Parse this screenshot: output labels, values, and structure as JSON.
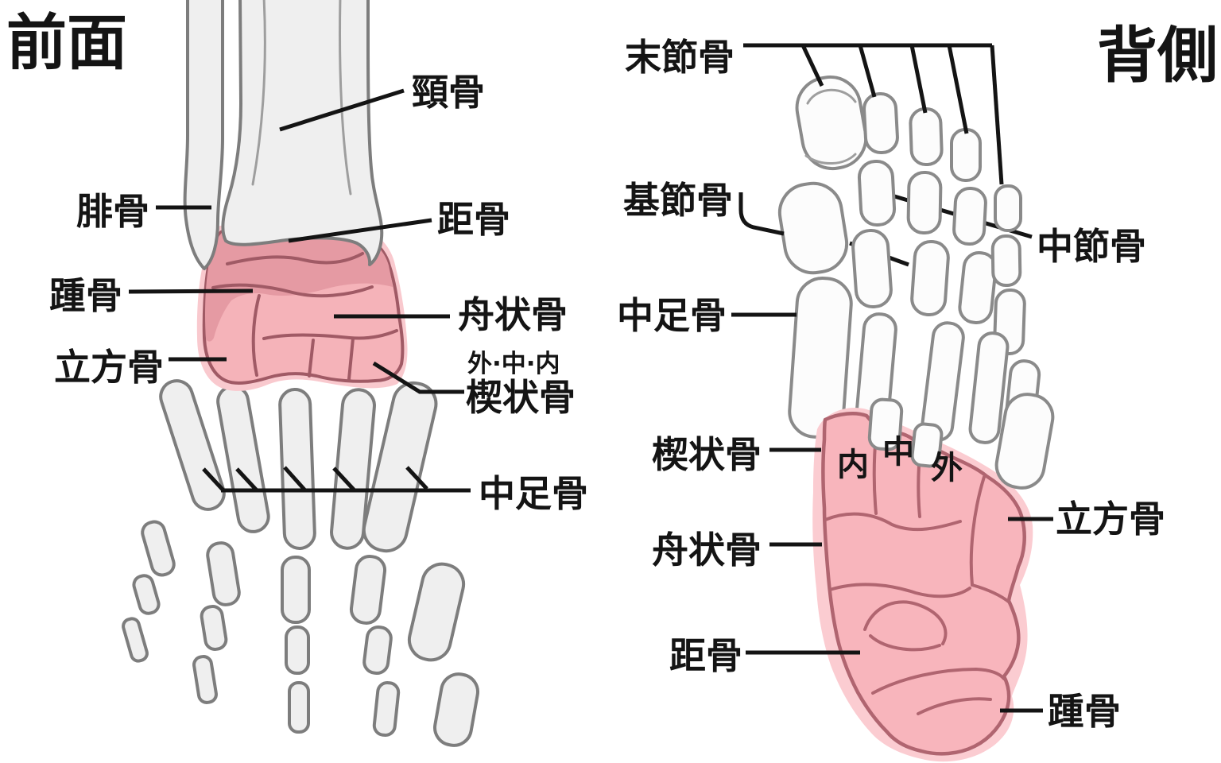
{
  "figure": {
    "left_panel": {
      "title": "前面",
      "labels": {
        "tibia": "頸骨",
        "fibula": "腓骨",
        "talus": "距骨",
        "calcaneus": "踵骨",
        "navicular": "舟状骨",
        "cuboid": "立方骨",
        "cuneiform_prefix": "外·中·内",
        "cuneiform": "楔状骨",
        "metatarsal": "中足骨"
      }
    },
    "right_panel": {
      "title": "背側",
      "labels": {
        "distal_phalanx": "末節骨",
        "proximal_phalanx": "基節骨",
        "middle_phalanx": "中節骨",
        "metatarsal": "中足骨",
        "cuneiform": "楔状骨",
        "cuneiform_medial": "内",
        "cuneiform_intermediate": "中",
        "cuneiform_lateral": "外",
        "navicular": "舟状骨",
        "cuboid": "立方骨",
        "talus": "距骨",
        "calcaneus": "踵骨"
      }
    },
    "colors": {
      "highlight_pink": "#f5b3b9",
      "highlight_pink_dark": "#e59aa3",
      "highlight_halo": "#f9c9ce",
      "pink_outline": "#a05a65",
      "bone_fill": "#efefef",
      "bone_outline": "#7d7d7d",
      "label_color": "#141414",
      "background": "#ffffff"
    }
  }
}
